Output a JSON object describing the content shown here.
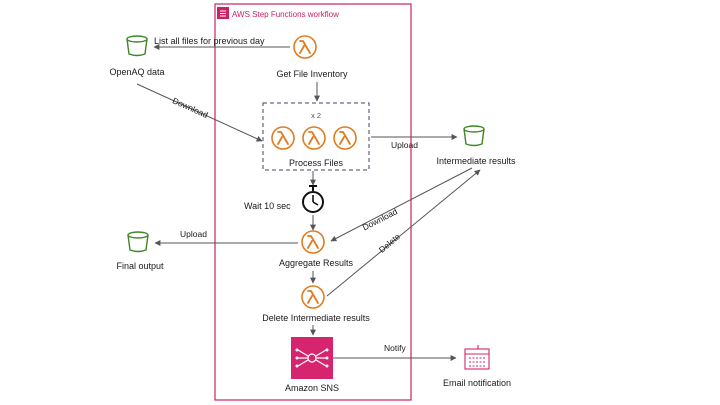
{
  "workflow": {
    "title": "AWS Step Functions workflow"
  },
  "nodes": {
    "openaq": {
      "label": "OpenAQ data",
      "icon": "s3-bucket-icon"
    },
    "get_inventory": {
      "label": "Get File Inventory",
      "icon": "lambda-icon"
    },
    "process_files": {
      "label": "Process Files",
      "multiplier": "x 2",
      "icon": "lambda-icon"
    },
    "wait": {
      "label": "Wait 10 sec",
      "icon": "stopwatch-icon"
    },
    "aggregate": {
      "label": "Aggregate Results",
      "icon": "lambda-icon"
    },
    "delete_intermediate": {
      "label": "Delete Intermediate results",
      "icon": "lambda-icon"
    },
    "sns": {
      "label": "Amazon SNS",
      "icon": "sns-icon"
    },
    "intermediate": {
      "label": "Intermediate results",
      "icon": "s3-bucket-icon"
    },
    "final_output": {
      "label": "Final output",
      "icon": "s3-bucket-icon"
    },
    "email": {
      "label": "Email notification",
      "icon": "email-icon"
    }
  },
  "edges": {
    "list_files": "List all files for previous day",
    "download_1": "Download",
    "upload_1": "Upload",
    "download_2": "Download",
    "delete": "Delete",
    "upload_2": "Upload",
    "notify": "Notify"
  },
  "colors": {
    "step_functions": "#cc2264",
    "lambda": "#e07b1f",
    "s3": "#3f8624",
    "sns": "#d6246e",
    "arrow": "#555555"
  }
}
